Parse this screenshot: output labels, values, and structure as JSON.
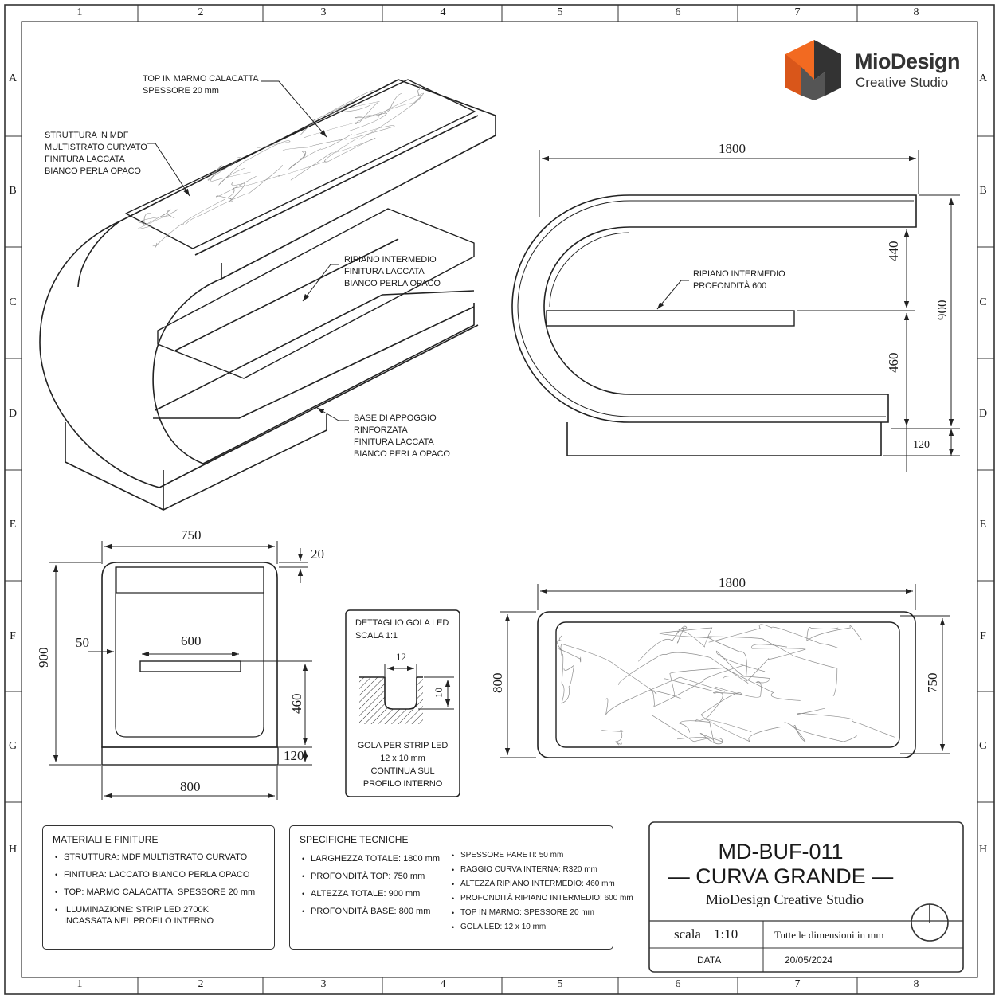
{
  "grid": {
    "cols": [
      "1",
      "2",
      "3",
      "4",
      "5",
      "6",
      "7",
      "8"
    ],
    "rows": [
      "A",
      "B",
      "C",
      "D",
      "E",
      "F",
      "G",
      "H"
    ]
  },
  "logo": {
    "name": "MioDesign",
    "subtitle": "Creative Studio",
    "colors": {
      "orange": "#f26a21",
      "dark": "#333333"
    }
  },
  "iso_labels": {
    "top": [
      "TOP IN MARMO CALACATTA",
      "SPESSORE 20 mm"
    ],
    "structure": [
      "STRUTTURA IN MDF",
      "MULTISTRATO CURVATO",
      "FINITURA LACCATA",
      "BIANCO PERLA OPACO"
    ],
    "shelf": [
      "RIPIANO INTERMEDIO",
      "FINITURA LACCATA",
      "BIANCO PERLA OPACO"
    ],
    "base": [
      "BASE DI APPOGGIO",
      "RINFORZATA",
      "FINITURA LACCATA",
      "BIANCO PERLA OPACO"
    ]
  },
  "front_view": {
    "width": "1800",
    "shelf_label": [
      "RIPIANO INTERMEDIO",
      "PROFONDITÀ 600"
    ],
    "upper": "440",
    "lower": "460",
    "total": "900",
    "base": "120"
  },
  "side_view": {
    "width": "750",
    "top": "20",
    "shelf_width": "600",
    "inset": "50",
    "height": "900",
    "shelf_height": "460",
    "base": "120",
    "base_width": "800"
  },
  "detail": {
    "title": [
      "DETTAGLIO GOLA LED",
      "SCALA 1:1"
    ],
    "width": "12",
    "depth": "10",
    "caption": [
      "GOLA PER STRIP LED",
      "12 x 10 mm",
      "CONTINUA SUL",
      "PROFILO INTERNO"
    ]
  },
  "plan_view": {
    "width": "1800",
    "depth_outer": "800",
    "depth_inner": "750"
  },
  "materials": {
    "title": "MATERIALI E FINITURE",
    "items": [
      [
        "STRUTTURA: MDF MULTISTRATO CURVATO"
      ],
      [
        "FINITURA: LACCATO BIANCO PERLA OPACO"
      ],
      [
        "TOP: MARMO CALACATTA, SPESSORE 20 mm"
      ],
      [
        "ILLUMINAZIONE: STRIP LED 2700K",
        "INCASSATA NEL PROFILO INTERNO"
      ]
    ]
  },
  "specs": {
    "title": "SPECIFICHE TECNICHE",
    "left": [
      "LARGHEZZA TOTALE: 1800 mm",
      "PROFONDITÀ TOP: 750 mm",
      "ALTEZZA TOTALE: 900 mm",
      "PROFONDITÀ BASE: 800 mm"
    ],
    "right": [
      "SPESSORE PARETI: 50 mm",
      "RAGGIO CURVA INTERNA: R320 mm",
      "ALTEZZA RIPIANO INTERMEDIO: 460 mm",
      "PROFONDITÀ RIPIANO INTERMEDIO: 600 mm",
      "TOP IN MARMO: SPESSORE 20 mm",
      "GOLA LED: 12 x 10 mm"
    ]
  },
  "title_block": {
    "code": "MD-BUF-011",
    "name": "— CURVA GRANDE —",
    "studio": "MioDesign Creative Studio",
    "scale_label": "scala",
    "scale_value": "1:10",
    "note": "Tutte le dimensioni in mm",
    "date_label": "DATA",
    "date_value": "20/05/2024"
  }
}
